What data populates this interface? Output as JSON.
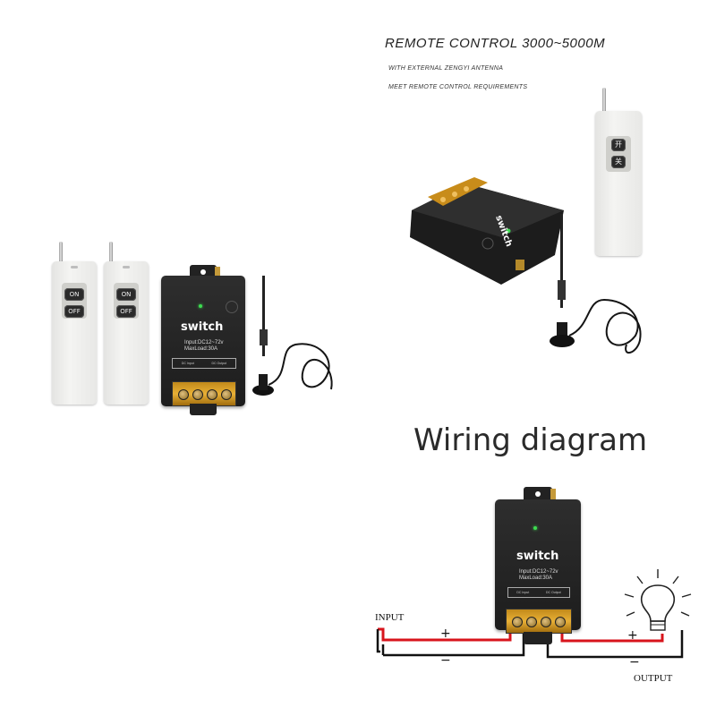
{
  "header": {
    "title": "REMOTE CONTROL 3000~5000M",
    "line1": "WITH EXTERNAL ZENGYI ANTENNA",
    "line2": "MEET REMOTE CONTROL REQUIREMENTS"
  },
  "remote": {
    "on_label": "ON",
    "off_label": "OFF",
    "on_label_cn": "开",
    "off_label_cn": "关"
  },
  "device": {
    "brand": "switch",
    "input_spec": "Input:DC12~72v",
    "maxload_spec": "MaxLoad:30A",
    "terminal_labels": [
      "DC Input",
      "DC Output"
    ]
  },
  "diagram": {
    "title": "Wiring diagram",
    "input_label": "INPUT",
    "output_label": "OUTPUT",
    "plus": "+",
    "minus": "−"
  },
  "colors": {
    "positive_wire": "#d8141c",
    "negative_wire": "#111111",
    "device_body": "#262626",
    "terminal": "#e0a630",
    "led": "#3ddc50"
  }
}
